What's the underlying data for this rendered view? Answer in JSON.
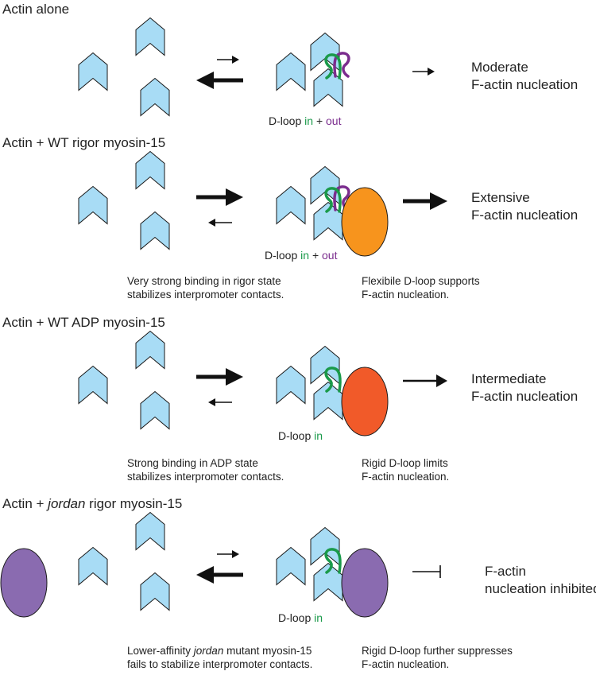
{
  "panels": [
    {
      "title": "Actin alone",
      "result_line1": "Moderate",
      "result_line2": "F-actin nucleation",
      "dloop_label": "D-loop",
      "dloop_in": "in",
      "dloop_plus": "+",
      "dloop_out": "out",
      "myosin_color": "",
      "equilibrium": "left"
    },
    {
      "title": "Actin + WT rigor myosin-15",
      "result_line1": "Extensive",
      "result_line2": "F-actin nucleation",
      "dloop_label": "D-loop",
      "dloop_in": "in",
      "dloop_plus": "+",
      "dloop_out": "out",
      "note_left_line1": "Very strong binding in rigor state",
      "note_left_line2": "stabilizes interpromoter contacts.",
      "note_right_line1": "Flexibile D-loop supports",
      "note_right_line2": "F-actin nucleation.",
      "myosin_color": "#f7941d",
      "equilibrium": "right"
    },
    {
      "title": "Actin + WT ADP myosin-15",
      "result_line1": "Intermediate",
      "result_line2": "F-actin nucleation",
      "dloop_label": "D-loop",
      "dloop_in": "in",
      "note_left_line1": "Strong binding in ADP state",
      "note_left_line2": "stabilizes interpromoter contacts.",
      "note_right_line1": "Rigid D-loop limits",
      "note_right_line2": "F-actin nucleation.",
      "myosin_color": "#f15a29",
      "equilibrium": "right"
    },
    {
      "title_pre": "Actin + ",
      "title_italic": "jordan",
      "title_post": " rigor myosin-15",
      "result_line1": "F-actin",
      "result_line2": "nucleation inhibited",
      "dloop_label": "D-loop",
      "dloop_in": "in",
      "note_left_line1": "Lower-affinity ",
      "note_left_italic": "jordan",
      "note_left_rest": " mutant myosin-15",
      "note_left_line2": "fails to stabilize interpromoter contacts.",
      "note_right_line1": "Rigid D-loop further suppresses",
      "note_right_line2": "F-actin nucleation.",
      "myosin_color": "#8a6bb0",
      "equilibrium": "left"
    }
  ],
  "colors": {
    "actin_fill": "#a8dcf5",
    "dloop_in": "#1a9a4a",
    "dloop_out": "#7b2d8e"
  }
}
